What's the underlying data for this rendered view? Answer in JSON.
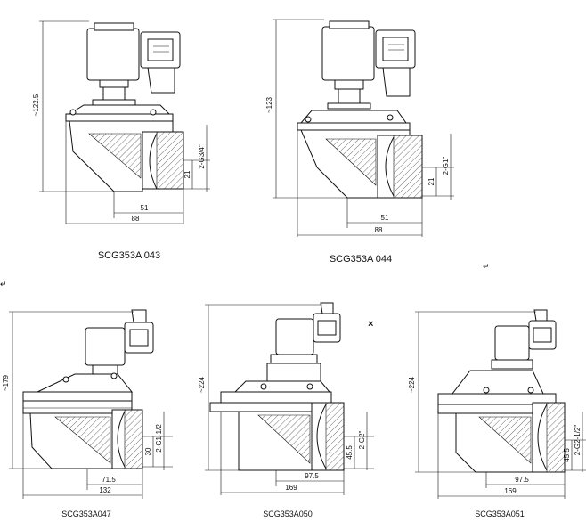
{
  "valves": [
    {
      "caption": "SCG353A  043",
      "height": "~122.5",
      "port": "2-G3/4\"",
      "port_h": "21",
      "offset": "51",
      "width": "88"
    },
    {
      "caption": "SCG353A  044",
      "height": "~123",
      "port": "2-G1\"",
      "port_h": "21",
      "offset": "51",
      "width": "88"
    },
    {
      "caption": "SCG353A047",
      "height": "~179",
      "port": "2-G1-1/2",
      "port_h": "30",
      "offset": "71.5",
      "width": "132"
    },
    {
      "caption": "SCG353A050",
      "height": "~224",
      "port": "2-G2\"",
      "port_h": "45.5",
      "offset": "97.5",
      "width": "169"
    },
    {
      "caption": "SCG353A051",
      "height": "~224",
      "port": "2-G2-1/2\"",
      "port_h": "45.5",
      "offset": "97.5",
      "width": "169"
    }
  ],
  "misc": {
    "marker": "×",
    "return1": "↵",
    "return2": "↵"
  }
}
